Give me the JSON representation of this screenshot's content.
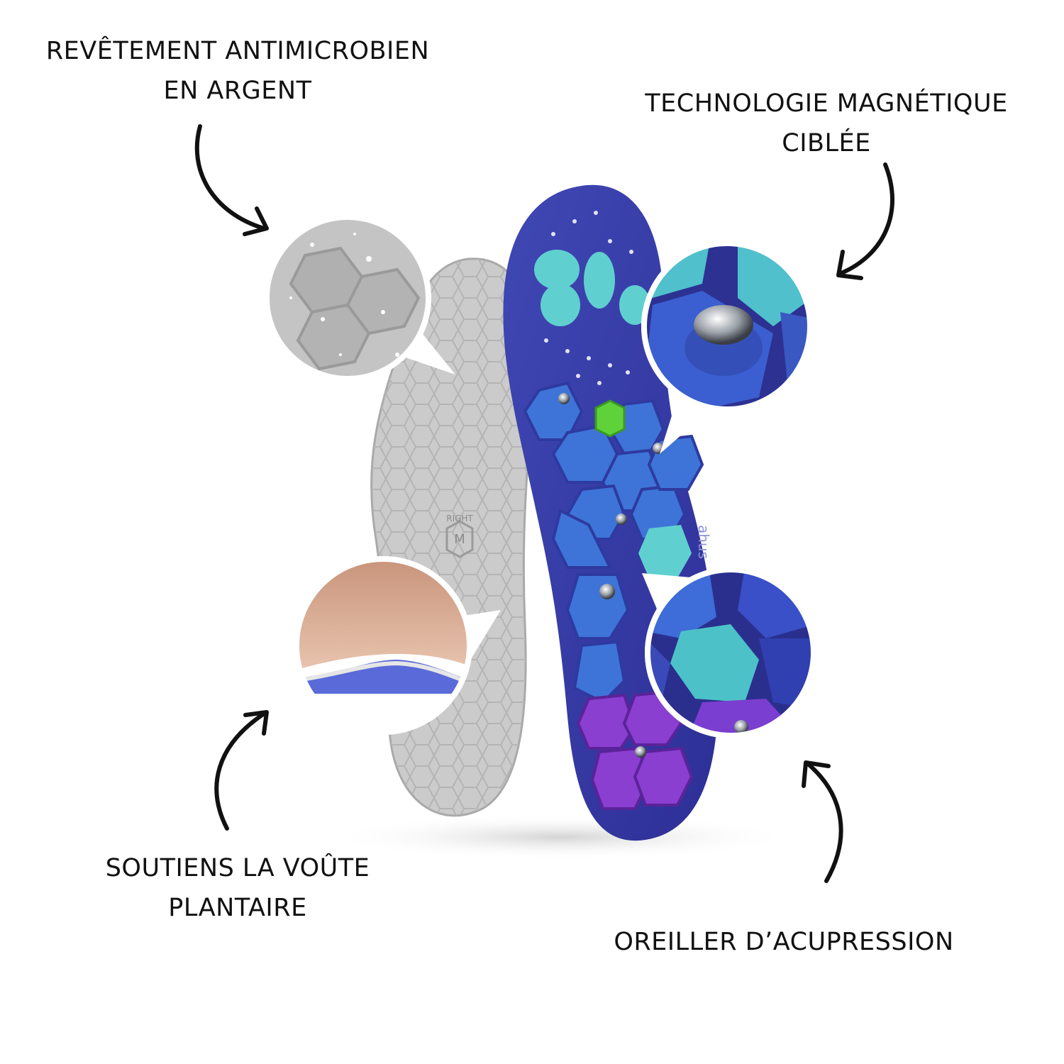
{
  "callouts": {
    "top_left": {
      "line1": "REVÊTEMENT ANTIMICROBIEN",
      "line2": "EN ARGENT"
    },
    "top_right": {
      "line1": "TECHNOLOGIE MAGNÉTIQUE",
      "line2": "CIBLÉE"
    },
    "bottom_left": {
      "line1": "SOUTIENS LA VOÛTE",
      "line2": "PLANTAIRE"
    },
    "bottom_right": {
      "line1": "OREILLER D’ACUPRESSION"
    }
  },
  "insole": {
    "size_marking": "M",
    "side_marking": "RIGHT",
    "brand_marking": "ahus"
  },
  "colors": {
    "insole_top_blue": "#3a3fa8",
    "insole_bottom_gray": "#c9c9c9",
    "teal_pads": "#5fd0cf",
    "blue_pads": "#3e74d8",
    "purple_pads": "#8a3fd0",
    "green_center": "#5fd23a",
    "arrow": "#111111"
  }
}
